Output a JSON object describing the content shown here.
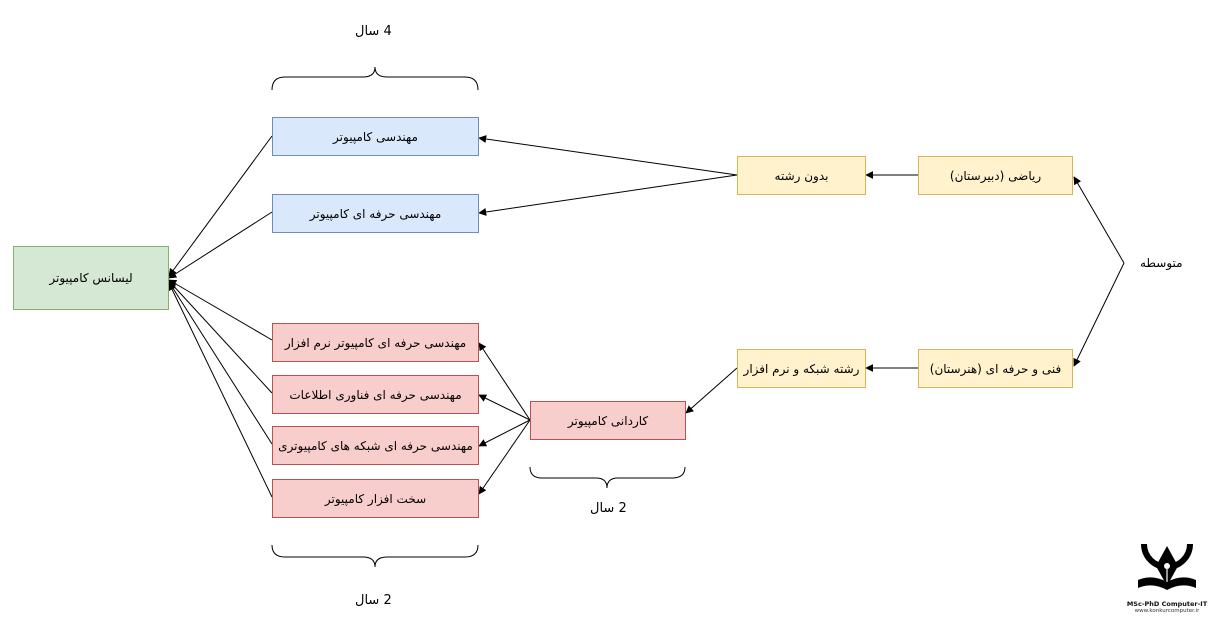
{
  "nodes": {
    "license": "لیسانس کامپیوتر",
    "computer_engineering": "مهندسی کامپیوتر",
    "professional_computer_engineering": "مهندسی حرفه ای کامپیوتر",
    "software_engineering": "مهندسی حرفه ای کامپیوتر نرم افزار",
    "it_engineering": "مهندسی حرفه ای فناوری اطلاعات",
    "network_engineering": "مهندسی حرفه ای شبکه های کامپیوتری",
    "hardware": "سخت افزار کامپیوتر",
    "associate": "کاردانی کامپیوتر",
    "no_major": "بدون رشته",
    "math": "ریاضی (دبیرستان)",
    "network_software": "رشته شبکه و نرم افزار",
    "technical": "فنی و حرفه ای (هنرستان)"
  },
  "labels": {
    "top_duration": "4 سال",
    "bottom_duration": "2 سال",
    "associate_duration": "2 سال",
    "secondary": "متوسطه"
  },
  "logo": {
    "line1": "MSc-PhD Computer-IT",
    "line2": "www.konkurcomputer.ir"
  },
  "colors": {
    "blue_fill": "#dae8fc",
    "green_fill": "#d5e8d4",
    "red_fill": "#f8cecc",
    "yellow_fill": "#fff2cc"
  }
}
